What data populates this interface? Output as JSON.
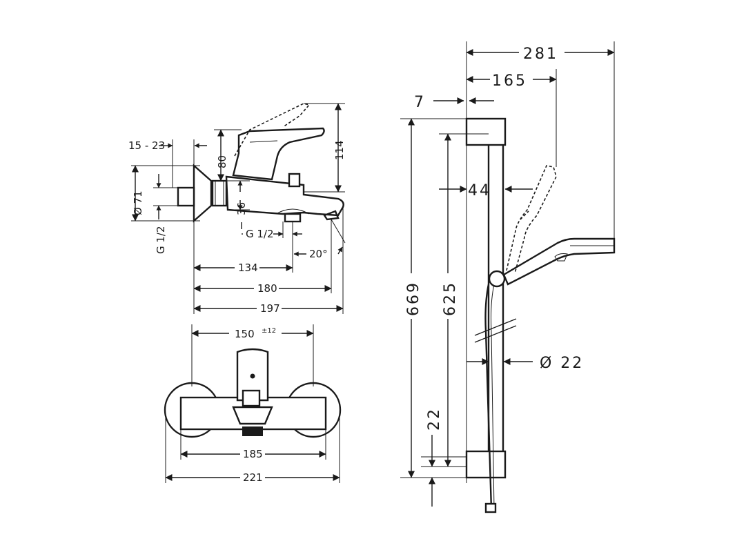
{
  "faucet_side": {
    "wall_offset": "15 - 23",
    "height_lever": "80",
    "height_total": "114",
    "diameter_escutcheon": "Ø 71",
    "height_spout": "36",
    "thread_inlet": "G 1/2",
    "thread_outlet": "G 1/2",
    "spout_angle": "20°",
    "length_134": "134",
    "length_180": "180",
    "length_197": "197"
  },
  "faucet_front": {
    "center_distance": "150",
    "center_tolerance": "±12",
    "width_body": "185",
    "width_total": "221"
  },
  "shower_rail": {
    "overall_reach": "281",
    "handshower_reach": "165",
    "wall_clearance": "7",
    "bracket_depth": "44",
    "rail_length": "669",
    "slider_travel": "625",
    "rail_diameter": "Ø 22",
    "bottom_offset": "22"
  }
}
